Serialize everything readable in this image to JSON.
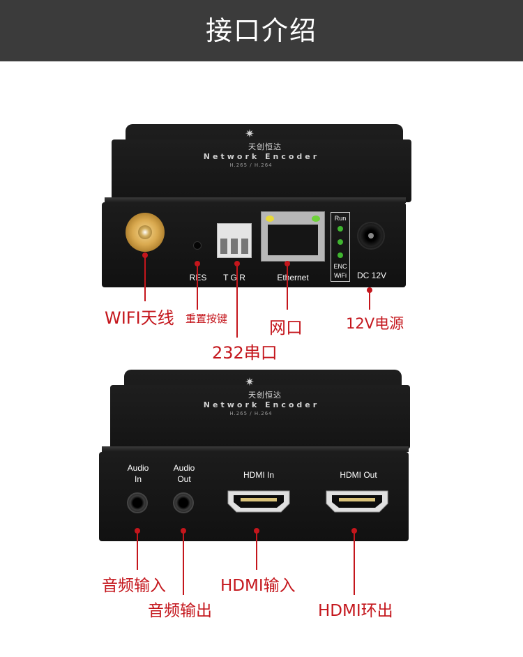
{
  "header": {
    "title": "接口介绍"
  },
  "device": {
    "brand": "天创恒达",
    "model": "Network Encoder",
    "codec": "H.265 / H.264"
  },
  "back_panel": {
    "res_label": "RES",
    "tgr_label": "T G R",
    "ethernet_label": "Ethernet",
    "run_label": "Run",
    "enc_label": "ENC",
    "wifi_label": "WiFi",
    "dc_label": "DC 12V"
  },
  "front_panel": {
    "audio_in_label_1": "Audio",
    "audio_in_label_2": "In",
    "audio_out_label_1": "Audio",
    "audio_out_label_2": "Out",
    "hdmi_in_label": "HDMI In",
    "hdmi_out_label": "HDMI Out"
  },
  "callouts": {
    "wifi": "WIFI天线",
    "reset": "重置按键",
    "serial": "232串口",
    "network": "网口",
    "power": "12V电源",
    "audio_in": "音频输入",
    "audio_out": "音频输出",
    "hdmi_in": "HDMI输入",
    "hdmi_out": "HDMI环出"
  },
  "colors": {
    "header_bg": "#3b3b3b",
    "callout": "#c4161c",
    "device_body": "#141414"
  },
  "icons": [
    "brand-star-icon",
    "antenna-connector-icon",
    "rj45-port-icon",
    "hdmi-port-icon",
    "audio-jack-icon",
    "dc-jack-icon"
  ]
}
